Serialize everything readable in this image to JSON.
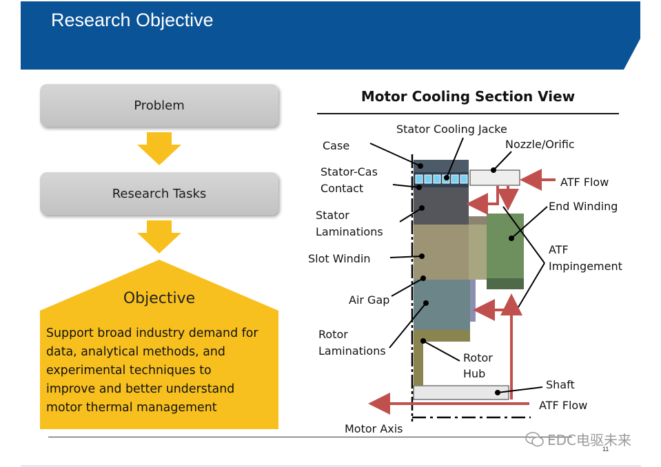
{
  "header": {
    "title": "Research Objective",
    "color": "#0a5396"
  },
  "flow": {
    "problem_label": "Problem",
    "tasks_label": "Research Tasks",
    "objective_title": "Objective",
    "objective_lines": [
      "Support broad industry demand for",
      "data, analytical methods, and",
      "experimental techniques to",
      "improve and better understand",
      "motor thermal management"
    ],
    "accent": "#f8c01e"
  },
  "diagram": {
    "title": "Motor Cooling Section View",
    "labels": {
      "case": "Case",
      "stator_cooling_jacket": "Stator Cooling Jacke",
      "nozzle_orifice": "Nozzle/Orific",
      "stator_case_contact_1": "Stator-Cas",
      "stator_case_contact_2": "Contact",
      "atf_flow_top": "ATF Flow",
      "stator_laminations_1": "Stator",
      "stator_laminations_2": "Laminations",
      "end_winding": "End Winding",
      "slot_winding": "Slot Windin",
      "atf_impingement_1": "ATF",
      "atf_impingement_2": "Impingement",
      "air_gap": "Air Gap",
      "rotor_laminations_1": "Rotor",
      "rotor_laminations_2": "Laminations",
      "rotor_hub_1": "Rotor",
      "rotor_hub_2": "Hub",
      "shaft": "Shaft",
      "atf_flow_bottom": "ATF Flow",
      "motor_axis": "Motor Axis"
    },
    "flow_color": "#c0504d"
  },
  "footer": {
    "watermark": "EDC电驱未来",
    "watermark_icon": "wechat-icon",
    "page_number": "11"
  }
}
